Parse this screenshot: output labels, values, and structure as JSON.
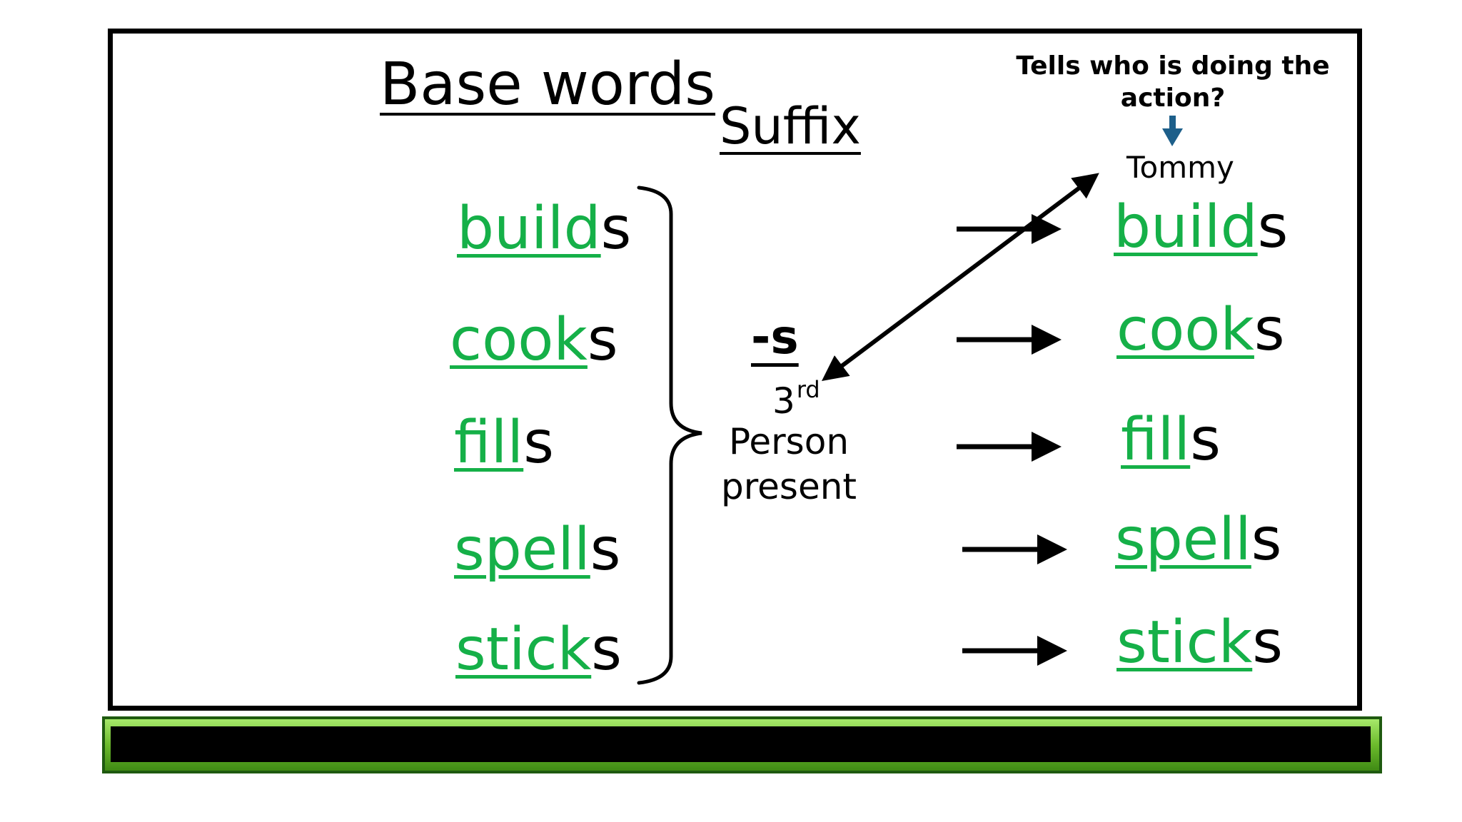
{
  "headings": {
    "base_words": "Base words",
    "suffix": "Suffix"
  },
  "suffix_info": {
    "mark": "-s",
    "ordinal_number": "3",
    "ordinal_suffix": "rd",
    "person_line_1": "Person",
    "person_line_2": "present"
  },
  "question": "Tells who is doing the action?",
  "subject": "Tommy",
  "left_words": [
    {
      "base": "build",
      "suffix": "s"
    },
    {
      "base": "cook",
      "suffix": "s"
    },
    {
      "base": "fill",
      "suffix": "s"
    },
    {
      "base": "spell",
      "suffix": "s"
    },
    {
      "base": "stick",
      "suffix": "s"
    }
  ],
  "right_words": [
    {
      "base": "build",
      "suffix": "s"
    },
    {
      "base": "cook",
      "suffix": "s"
    },
    {
      "base": "fill",
      "suffix": "s"
    },
    {
      "base": "spell",
      "suffix": "s"
    },
    {
      "base": "stick",
      "suffix": "s"
    }
  ],
  "colors": {
    "base_word": "#15b048",
    "suffix_letter": "#000000",
    "down_arrow": "#1d5f8a",
    "tray_frame": "#6cbb2c"
  }
}
